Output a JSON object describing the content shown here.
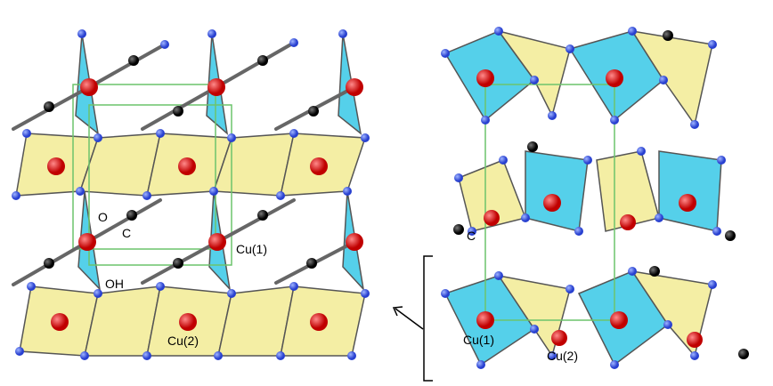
{
  "left_panel": {
    "labels": {
      "o": "O",
      "c": "C",
      "cu1": "Cu(1)",
      "oh": "OH",
      "cu2": "Cu(2)"
    }
  },
  "right_panel": {
    "labels": {
      "c": "C",
      "cu1": "Cu(1)",
      "cu2": "Cu(2)"
    }
  },
  "colors": {
    "copper": "#e01010",
    "oxygen": "#3a5ae8",
    "carbon": "#111111",
    "cu2_polyhedra": "#f3ec9a",
    "cu1_polyhedra": "#37c8e6",
    "unit_cell": "#6cc46c",
    "hydrogen_bond": "#f0a020"
  }
}
